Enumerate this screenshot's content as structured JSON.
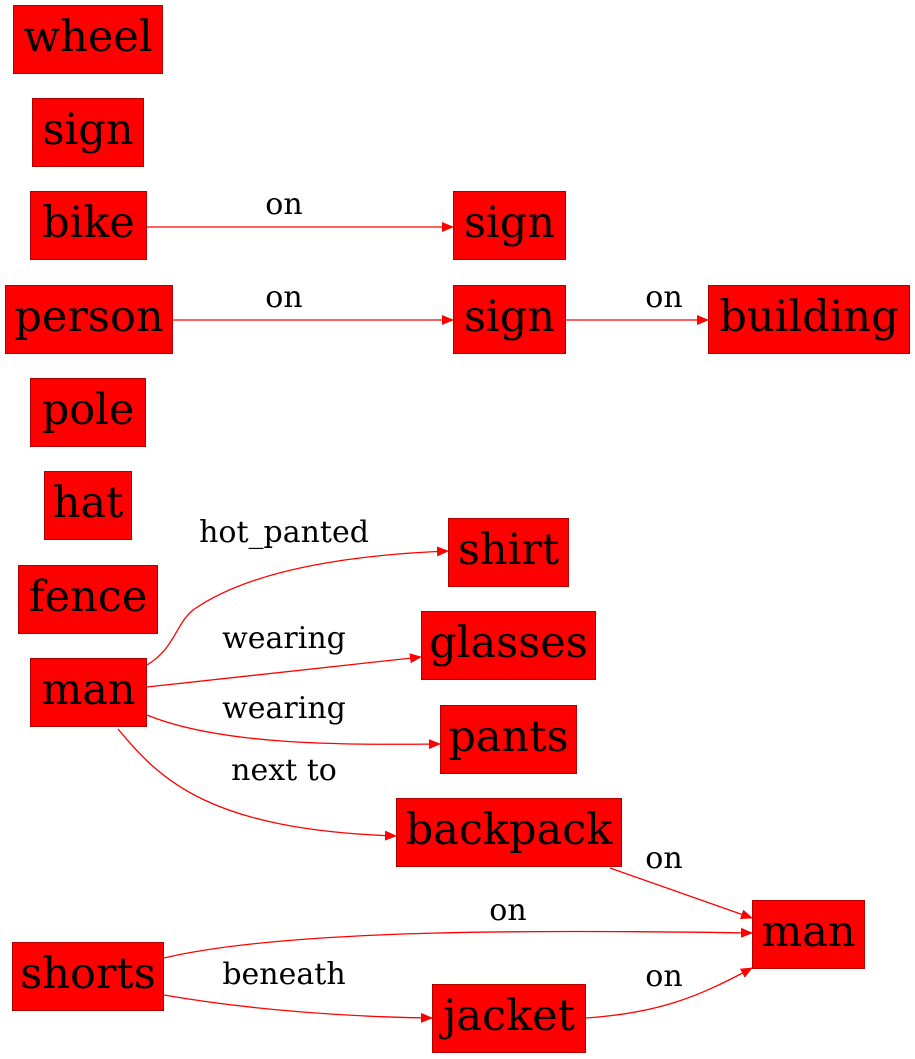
{
  "colors": {
    "node_fill": "#ff0000",
    "edge": "#ff0000",
    "text": "#000000",
    "background": "#ffffff"
  },
  "nodes": {
    "wheel": "wheel",
    "sign1": "sign",
    "bike": "bike",
    "person": "person",
    "pole": "pole",
    "hat": "hat",
    "fence": "fence",
    "man1": "man",
    "shorts": "shorts",
    "sign2": "sign",
    "sign3": "sign",
    "building": "building",
    "shirt": "shirt",
    "glasses": "glasses",
    "pants": "pants",
    "backpack": "backpack",
    "jacket": "jacket",
    "man2": "man"
  },
  "edges": [
    {
      "from": "bike",
      "to": "sign2",
      "label": "on"
    },
    {
      "from": "person",
      "to": "sign3",
      "label": "on"
    },
    {
      "from": "sign3",
      "to": "building",
      "label": "on"
    },
    {
      "from": "man1",
      "to": "shirt",
      "label": "hot_panted"
    },
    {
      "from": "man1",
      "to": "glasses",
      "label": "wearing"
    },
    {
      "from": "man1",
      "to": "pants",
      "label": "wearing"
    },
    {
      "from": "man1",
      "to": "backpack",
      "label": "next to"
    },
    {
      "from": "backpack",
      "to": "man2",
      "label": "on"
    },
    {
      "from": "shorts",
      "to": "man2",
      "label": "on"
    },
    {
      "from": "shorts",
      "to": "jacket",
      "label": "beneath"
    },
    {
      "from": "jacket",
      "to": "man2",
      "label": "on"
    }
  ]
}
